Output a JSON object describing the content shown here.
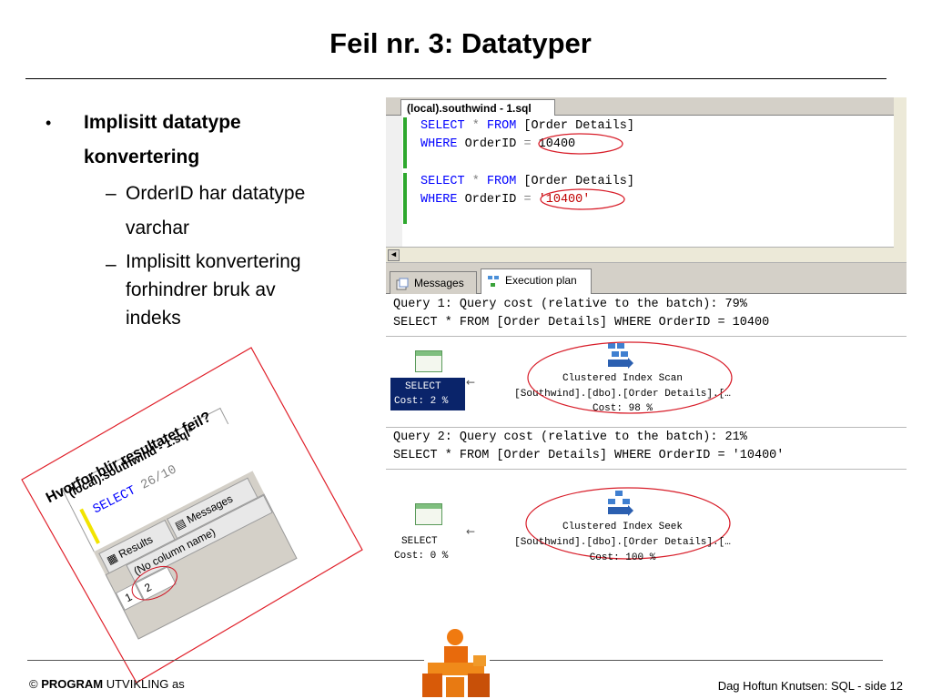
{
  "slide": {
    "title": "Feil nr. 3: Datatyper"
  },
  "bullets": {
    "main_dot": "•",
    "main": "Implisitt datatype",
    "main_cont": "konvertering",
    "sub_dash": "–",
    "sub1": "OrderID har datatype",
    "sub1_cont": "varchar",
    "sub2": "Implisitt konvertering",
    "sub2_cont1": "forhindrer bruk av",
    "sub2_cont2": "indeks"
  },
  "editor": {
    "tab": "(local).southwind - 1.sql",
    "q1_l1_kw1": "SELECT",
    "q1_l1_star": " * ",
    "q1_l1_kw2": "FROM",
    "q1_l1_rest": " [Order Details]",
    "q1_l2_kw": "WHERE",
    "q1_l2_rest": " OrderID ",
    "q1_l2_eq": "=",
    "q1_l2_val": " 10400",
    "q2_l1_kw1": "SELECT",
    "q2_l1_star": " * ",
    "q2_l1_kw2": "FROM",
    "q2_l1_rest": " [Order Details]",
    "q2_l2_kw": "WHERE",
    "q2_l2_rest": " OrderID ",
    "q2_l2_eq": "=",
    "q2_l2_val": " '10400'",
    "scroll_arrow": "◀"
  },
  "results": {
    "tab_messages": "Messages",
    "tab_plan": "Execution plan"
  },
  "plan": {
    "q1_header": "Query 1: Query cost (relative to the batch): 79%",
    "q1_sql": "SELECT * FROM [Order Details] WHERE OrderID = 10400",
    "q1_select": "SELECT",
    "q1_select_cost": "Cost: 2 %",
    "q1_op": "Clustered Index Scan",
    "q1_obj": "[Southwind].[dbo].[Order Details].[…",
    "q1_cost": "Cost: 98 %",
    "q2_header": "Query 2: Query cost (relative to the batch): 21%",
    "q2_sql": "SELECT * FROM [Order Details] WHERE OrderID = '10400'",
    "q2_select": "SELECT",
    "q2_select_cost": "Cost: 0 %",
    "q2_op": "Clustered Index Seek",
    "q2_obj": "[Southwind].[dbo].[Order Details].[…",
    "q2_cost": "Cost: 100 %",
    "arrow": "←"
  },
  "inset": {
    "caption": "Hvorfor blir resultatet feil?",
    "tab": "(local).southwind - 1.sql*",
    "code_kw": "SELECT",
    "code_val": " 26/10",
    "tab_results": "Results",
    "tab_messages": "Messages",
    "col_header": "(No column name)",
    "row_num": "1",
    "cell_value": "2"
  },
  "footer": {
    "copyright": "©",
    "brand": "PROGRAM",
    "brand_rest": " UTVIKLING as",
    "right": "Dag Hoftun Knutsen: SQL - side 12"
  }
}
